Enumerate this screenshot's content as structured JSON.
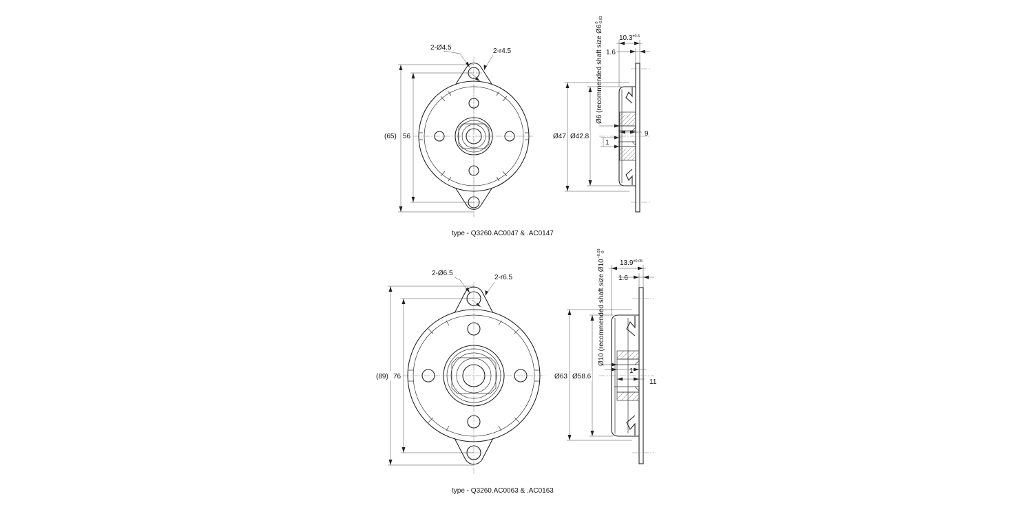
{
  "views": [
    {
      "caption": "type - Q3260.AC0047 & .AC0147",
      "hole_callout": "2-Ø4.5",
      "radius_callout": "2-r4.5",
      "overall_height": "(65)",
      "hole_pitch": "56",
      "outer_diameter": "Ø47",
      "body_diameter": "Ø42.8",
      "shaft_note": "Ø6 (recommended shaft size Ø6",
      "shaft_tol_upper": "0",
      "shaft_tol_lower": "-0.03",
      "depth": "10.3",
      "depth_tol": "±0.5",
      "flange_thickness": "1.6",
      "bore_length": "9",
      "chamfer": "1"
    },
    {
      "caption": "type - Q3260.AC0063 & .AC0163",
      "hole_callout": "2-Ø6.5",
      "radius_callout": "2-r6.5",
      "overall_height": "(89)",
      "hole_pitch": "76",
      "outer_diameter": "Ø63",
      "body_diameter": "Ø58.6",
      "shaft_note": "Ø10 (recommended shaft size Ø10",
      "shaft_tol_upper": "+0.03",
      "shaft_tol_lower": "-0",
      "depth": "13.9",
      "depth_tol": "±0.05",
      "flange_thickness": "1.6",
      "bore_length": "11",
      "chamfer": "1"
    }
  ]
}
